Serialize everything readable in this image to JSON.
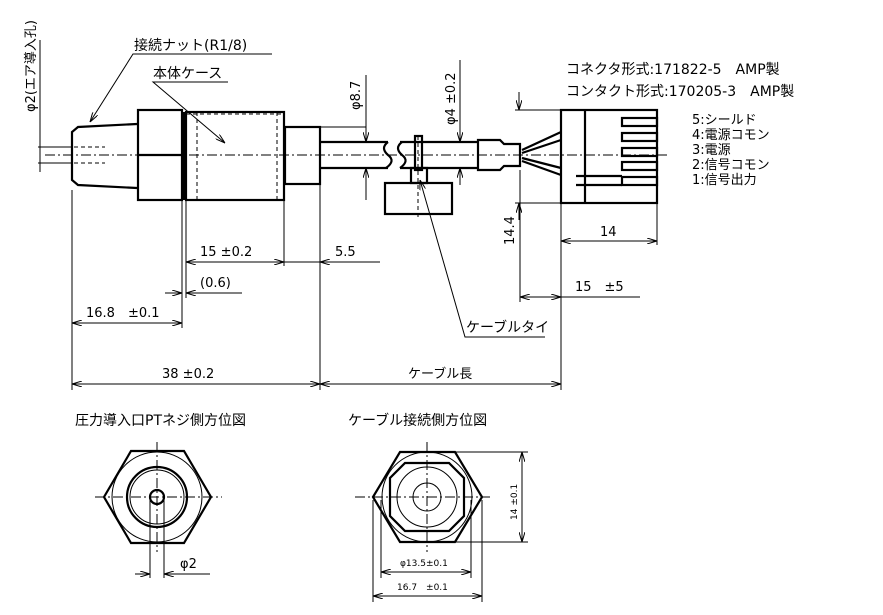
{
  "labels": {
    "connector_type": "コネクタ形式:171822-5　AMP製",
    "contact_type": "コンタクト形式:170205-3　AMP製",
    "pins": [
      "5:シールド",
      "4:電源コモン",
      "3:電源",
      "2:信号コモン",
      "1:信号出力"
    ],
    "nut": "接続ナット(R1/8)",
    "body_case": "本体ケース",
    "cable_tie": "ケーブルタイ",
    "air_hole": "φ2(エア導入孔)",
    "view_pt": "圧力導入口PTネジ側方位図",
    "view_cable": "ケーブル接続側方位図"
  },
  "dimensions": {
    "d_8_7": "φ8.7",
    "d_4": "φ4 ±0.2",
    "len_15": "15 ±0.2",
    "len_5_5": "5.5",
    "len_0_6": "(0.6)",
    "len_16_8": "16.8　±0.1",
    "len_38": "38 ±0.2",
    "cable_length": "ケーブル長",
    "h_14_4": "14.4",
    "w_14": "14",
    "len_15_5": "15　±5",
    "phi2": "φ2",
    "hex_14": "14 ±0.1",
    "phi_13_5": "φ13.5±0.1",
    "hex_16_7": "16.7　±0.1"
  }
}
